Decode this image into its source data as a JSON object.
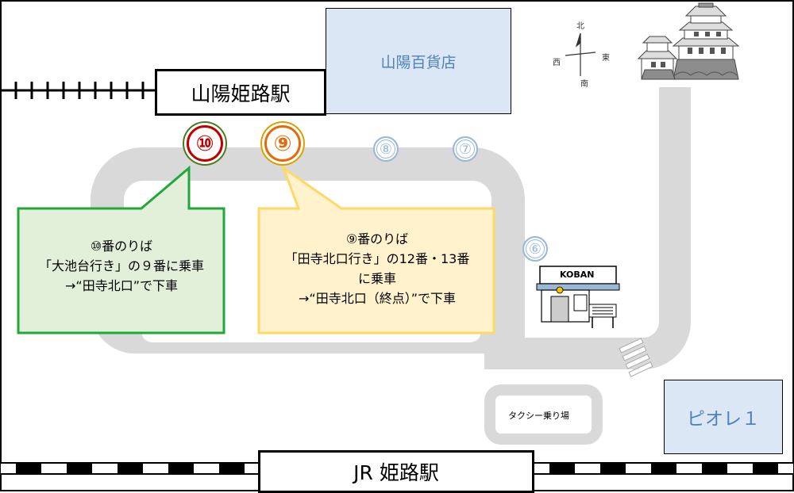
{
  "stations": {
    "sanyo": "山陽姫路駅",
    "jr": "JR 姫路駅"
  },
  "buildings": {
    "department_store": "山陽百貨店",
    "piole": "ピオレ１",
    "koban": "KOBAN",
    "taxi": "タクシー乗り場"
  },
  "compass": {
    "north": "北",
    "south": "南",
    "east": "東",
    "west": "西"
  },
  "bus_stops": {
    "stop10": "⑩",
    "stop9": "⑨",
    "stop8": "⑧",
    "stop7": "⑦",
    "stop6": "⑥"
  },
  "callouts": {
    "stop10": {
      "line1": "⑩番のりば",
      "line2": "「大池台行き」の９番に乗車",
      "line3": "→“田寺北口”で下車"
    },
    "stop9": {
      "line1": "⑨番のりば",
      "line2": "「田寺北口行き」の12番・13番",
      "line3": "に乗車",
      "line4": "→“田寺北口（終点）”で下車"
    }
  },
  "colors": {
    "road": "#d9d9d9",
    "green_border": "#22a83a",
    "green_fill": "#e2efd9",
    "yellow_border": "#ffd966",
    "yellow_fill": "#fff2cc",
    "blue_fill": "#dbe7f4",
    "blue_text": "#4f81bd",
    "stop_red": "#c00000",
    "stop_orange": "#e36c09",
    "stop_light_blue": "#9ab7d8"
  }
}
